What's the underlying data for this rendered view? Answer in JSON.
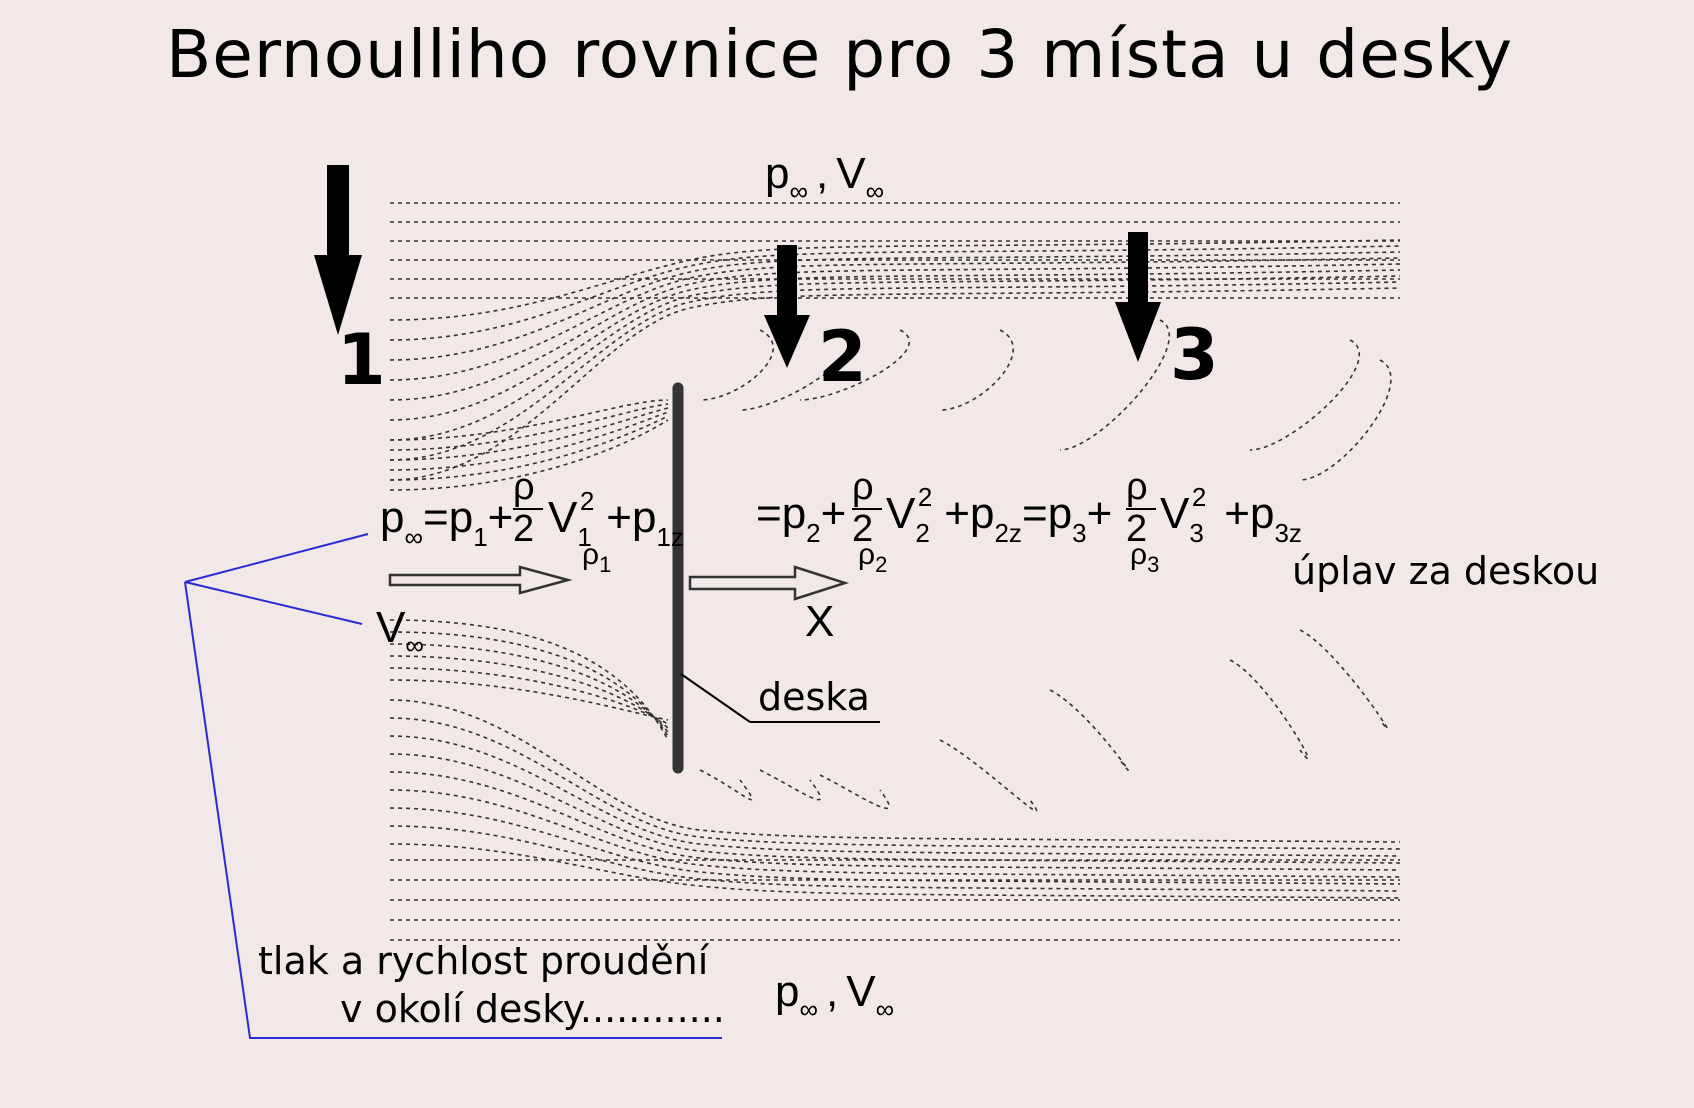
{
  "title": "Bernoulliho rovnice pro 3 místa u desky",
  "sections": [
    {
      "label": "1"
    },
    {
      "label": "2"
    },
    {
      "label": "3"
    }
  ],
  "freestream_top": {
    "p": "p",
    "sub": "∞",
    "sep": ",",
    "v": "V",
    "vsub": "∞"
  },
  "freestream_bottom": {
    "p": "p",
    "sub": "∞",
    "sep": ",",
    "v": "V",
    "vsub": "∞"
  },
  "freestream_velocity": {
    "v": "V",
    "vsub": "∞"
  },
  "equation": {
    "p_inf": "p",
    "p_inf_sub": "∞",
    "term1": "=p",
    "term1_sub": "1",
    "plus": "+",
    "rho": "ρ",
    "two": "2",
    "v": "V",
    "sq": "2",
    "v1_sub": "1",
    "rho1_sub": "1",
    "pz": "+p",
    "p1z_sub": "1z",
    "term2": "=p",
    "term2_sub": "2",
    "v2_sub": "2",
    "rho2_sub": "2",
    "p2z": "+p",
    "p2z_sub": "2z",
    "term3": "=p",
    "term3_sub": "3",
    "v3_sub": "3",
    "rho3_sub": "3",
    "p3z": "+p",
    "p3z_sub": "3z"
  },
  "x_axis": "X",
  "plate_label": "deska",
  "wake_label": "úplav za deskou",
  "caption_line1": "tlak a rychlost proudění",
  "caption_line2": "v okolí desky............",
  "colors": {
    "background": "#f1e8e7",
    "callout": "#2b2bd6",
    "ink": "#000000"
  }
}
